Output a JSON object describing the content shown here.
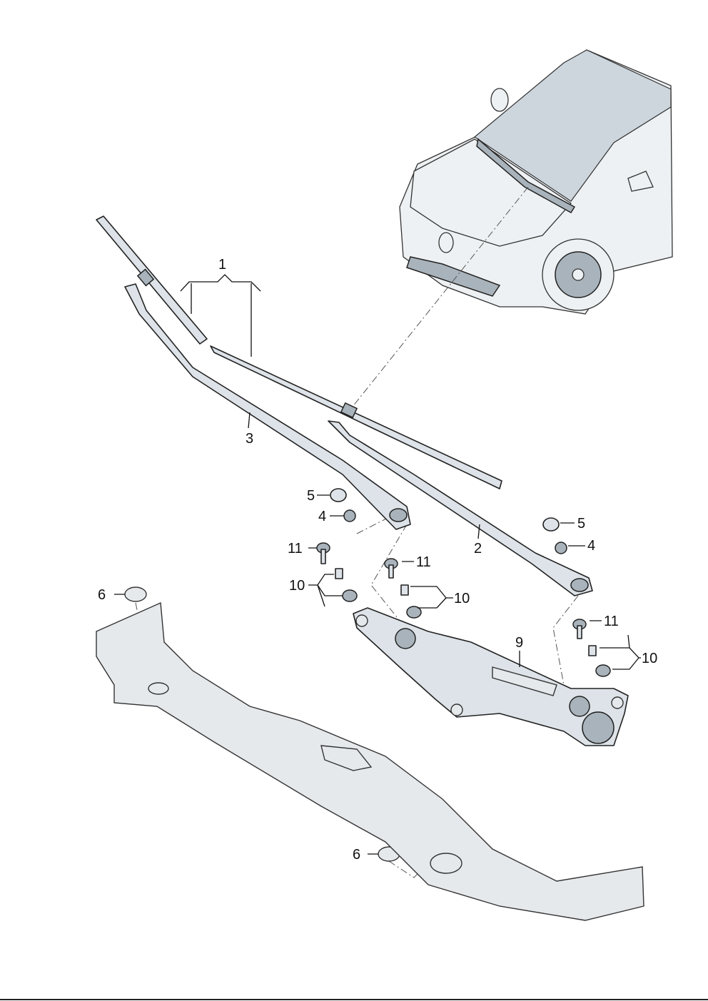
{
  "diagram": {
    "title": "Windscreen wiper system",
    "callouts": [
      "1",
      "3",
      "2",
      "5",
      "4",
      "5",
      "4",
      "11",
      "10",
      "11",
      "10",
      "6",
      "9",
      "11",
      "10",
      "6"
    ]
  }
}
